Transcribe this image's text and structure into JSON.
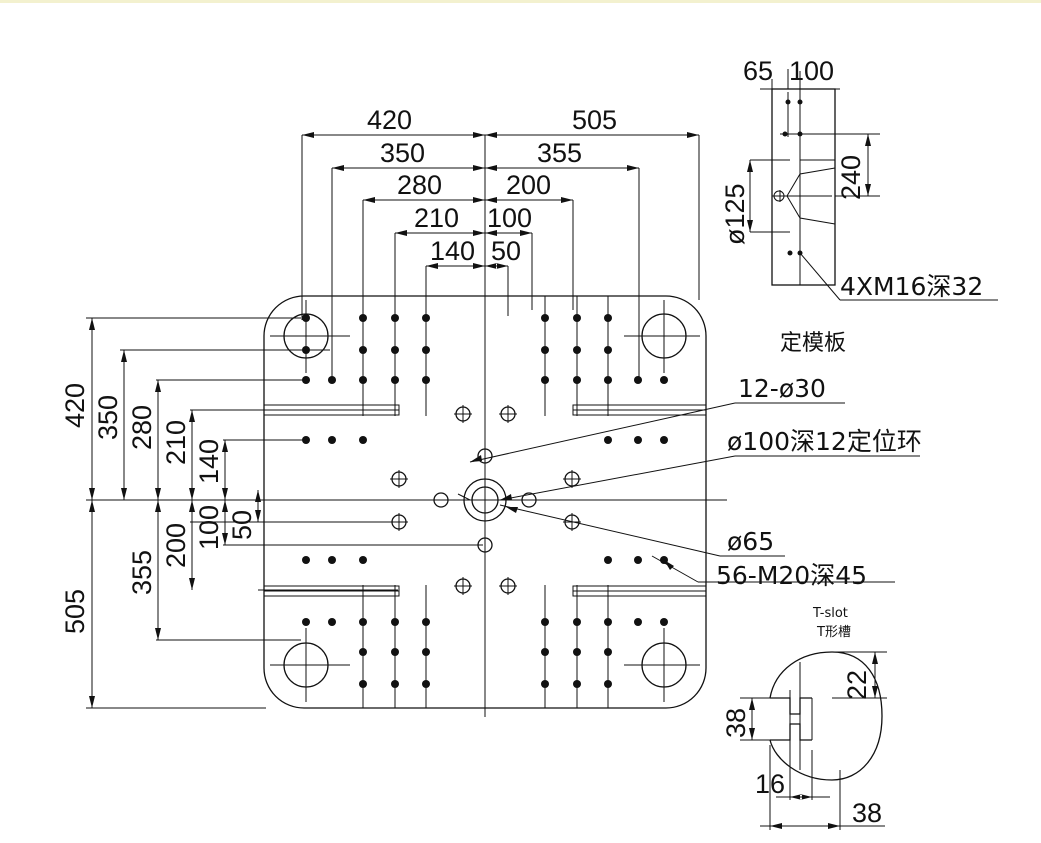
{
  "platen": {
    "width_dims": [
      {
        "value": "420",
        "side": "left"
      },
      {
        "value": "505",
        "side": "right"
      },
      {
        "value": "350",
        "side": "left"
      },
      {
        "value": "355",
        "side": "right"
      },
      {
        "value": "280",
        "side": "left"
      },
      {
        "value": "200",
        "side": "right"
      },
      {
        "value": "210",
        "side": "left"
      },
      {
        "value": "100",
        "side": "right"
      },
      {
        "value": "140",
        "side": "left"
      },
      {
        "value": "50",
        "side": "right"
      }
    ],
    "height_dims": [
      {
        "value": "420",
        "side": "top"
      },
      {
        "value": "350",
        "side": "top"
      },
      {
        "value": "280",
        "side": "top"
      },
      {
        "value": "210",
        "side": "top"
      },
      {
        "value": "140",
        "side": "top"
      },
      {
        "value": "100",
        "side": "bottom"
      },
      {
        "value": "50",
        "side": "bottom"
      },
      {
        "value": "200",
        "side": "bottom"
      },
      {
        "value": "355",
        "side": "bottom"
      },
      {
        "value": "505",
        "side": "bottom"
      }
    ],
    "callouts": {
      "holes_30": "12-ø30",
      "locating_ring": "ø100深12定位环",
      "center_hole": "ø65",
      "tapped_holes": "56-M20深45"
    }
  },
  "side_view": {
    "title": "定模板",
    "dim_65": "65",
    "dim_100": "100",
    "dim_240": "240",
    "dim_125": "ø125",
    "thread_note": "4XM16深32"
  },
  "t_slot": {
    "title_en": "T-slot",
    "title_cn": "T形槽",
    "dim_22": "22",
    "dim_38_height": "38",
    "dim_16": "16",
    "dim_38_width": "38"
  }
}
